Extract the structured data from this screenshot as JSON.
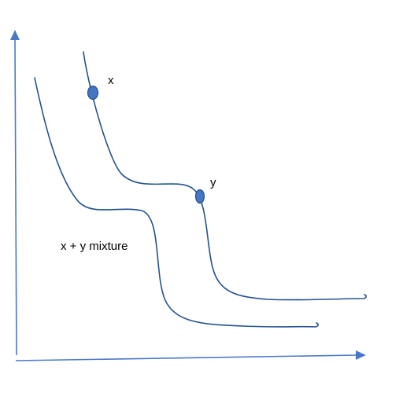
{
  "labels": {
    "x": "x",
    "y": "y",
    "mixture": "x + y mixture"
  },
  "colors": {
    "axis": "#4a78c8",
    "curve": "#24528f",
    "marker_fill": "#4476c4",
    "text": "#000000"
  }
}
